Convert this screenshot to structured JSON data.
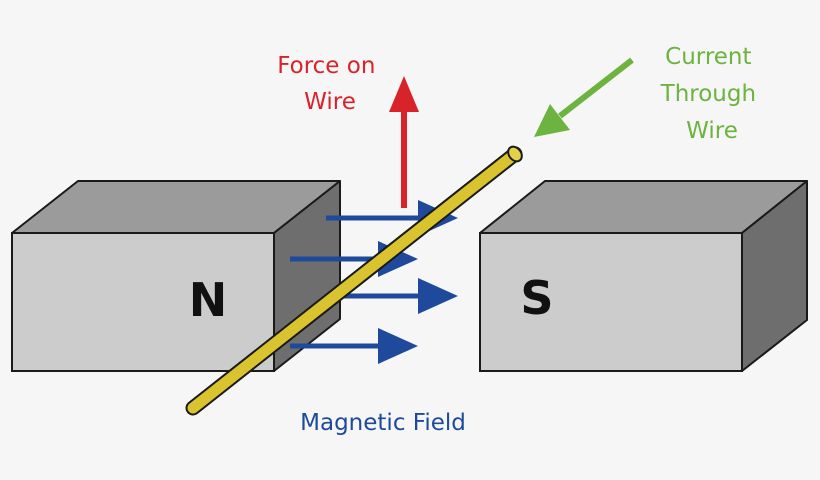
{
  "labels": {
    "force": [
      "Force on",
      "Wire"
    ],
    "current": [
      "Current",
      "Through",
      "Wire"
    ],
    "magnetic_field": "Magnetic Field"
  },
  "magnets": {
    "north": "N",
    "south": "S"
  },
  "colors": {
    "background": "#f6f6f6",
    "magnet_front": "#cccccc",
    "magnet_top": "#9b9b9b",
    "magnet_side": "#6e6e6e",
    "outline": "#1a1a1a",
    "field_arrow": "#1f4a9c",
    "force_arrow": "#d9232b",
    "current_arrow": "#6cb33f",
    "wire": "#d9c430"
  },
  "icons": {
    "field_arrows": "right-arrow",
    "force_arrow": "up-arrow",
    "current_arrow": "down-left-arrow"
  }
}
